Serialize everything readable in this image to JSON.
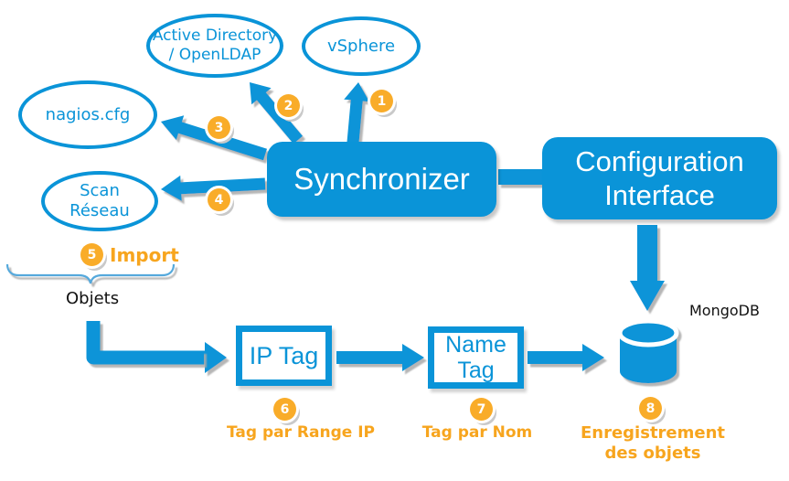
{
  "colors": {
    "blue": "#0A94D8",
    "badge_orange": "#F9AC29",
    "label_orange": "#F7A51E",
    "brace_blue": "#55A9DC"
  },
  "nodes": {
    "active_directory": {
      "line1": "Active Directory",
      "line2": "/ OpenLDAP"
    },
    "vsphere": {
      "line1": "vSphere"
    },
    "nagios": {
      "line1": "nagios.cfg"
    },
    "scan_reseau": {
      "line1": "Scan",
      "line2": "Réseau"
    },
    "synchronizer": {
      "label": "Synchronizer"
    },
    "configuration_interface": {
      "line1": "Configuration",
      "line2": "Interface"
    },
    "ip_tag": {
      "label": "IP Tag"
    },
    "name_tag": {
      "line1": "Name",
      "line2": "Tag"
    },
    "mongodb": {
      "label": "MongoDB"
    }
  },
  "steps": [
    "1",
    "2",
    "3",
    "4",
    "5",
    "6",
    "7",
    "8"
  ],
  "annotations": {
    "import": "Import",
    "objets": "Objets",
    "tag_par_range_ip": "Tag par Range IP",
    "tag_par_nom": "Tag par Nom",
    "enregistrement_line1": "Enregistrement",
    "enregistrement_line2": "des objets"
  }
}
